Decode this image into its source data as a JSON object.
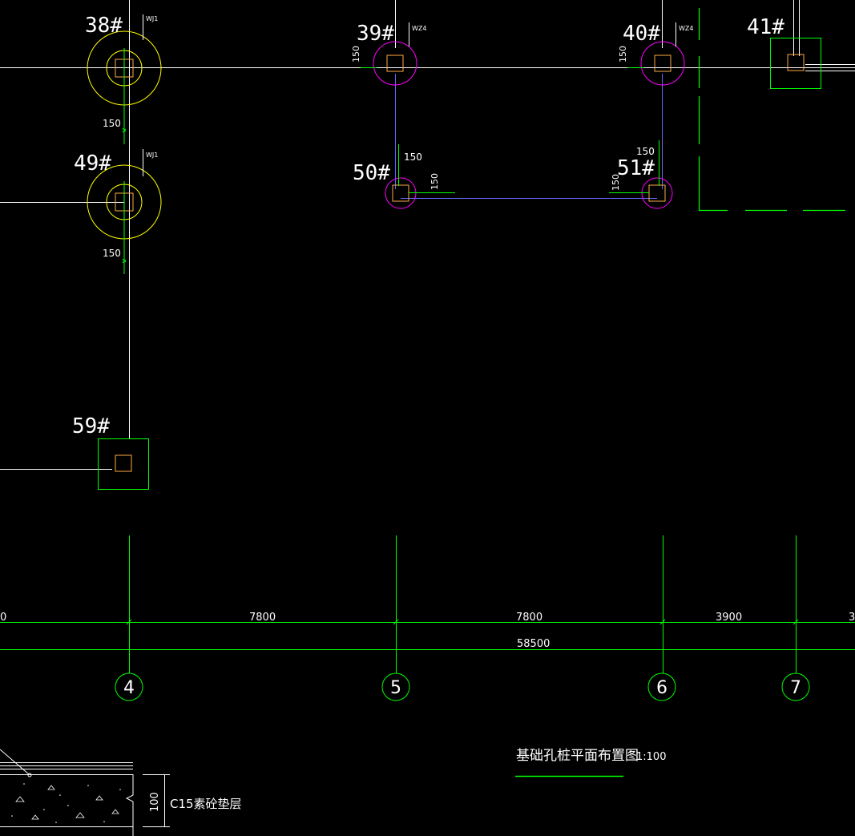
{
  "pile_labels": {
    "p38": "38#",
    "p39": "39#",
    "p40": "40#",
    "p41": "41#",
    "p49": "49#",
    "p50": "50#",
    "p51": "51#",
    "p59": "59#"
  },
  "pile_tags": {
    "p38": "WJ1",
    "p39": "WZ4",
    "p40": "WZ4",
    "p49": "WJ1"
  },
  "offset_dims": {
    "d38": "150",
    "d49": "150",
    "d39": "150",
    "d40": "150",
    "d50v": "150",
    "d50h": "150",
    "d51v": "150",
    "d51h": "150"
  },
  "axis_dims": {
    "left_partial": "0",
    "bay_4_5": "7800",
    "bay_5_6": "7800",
    "bay_6_7": "3900",
    "right_partial": "3",
    "overall": "58500"
  },
  "grid_axes": {
    "a4": "4",
    "a5": "5",
    "a6": "6",
    "a7": "7"
  },
  "drawing_title": "基础孔桩平面布置图",
  "drawing_scale": "1:100",
  "detail": {
    "thickness": "100",
    "note": "C15素砼垫层"
  },
  "colors": {
    "background": "#000000",
    "axis_line": "#ffffff",
    "grid_green": "#00ff00",
    "pile_ring_yellow": "#ffff00",
    "pile_ring_magenta": "#ff00ff",
    "column_orange": "#ffaa44",
    "cap_blue": "#6666ff",
    "text_white": "#ffffff"
  }
}
